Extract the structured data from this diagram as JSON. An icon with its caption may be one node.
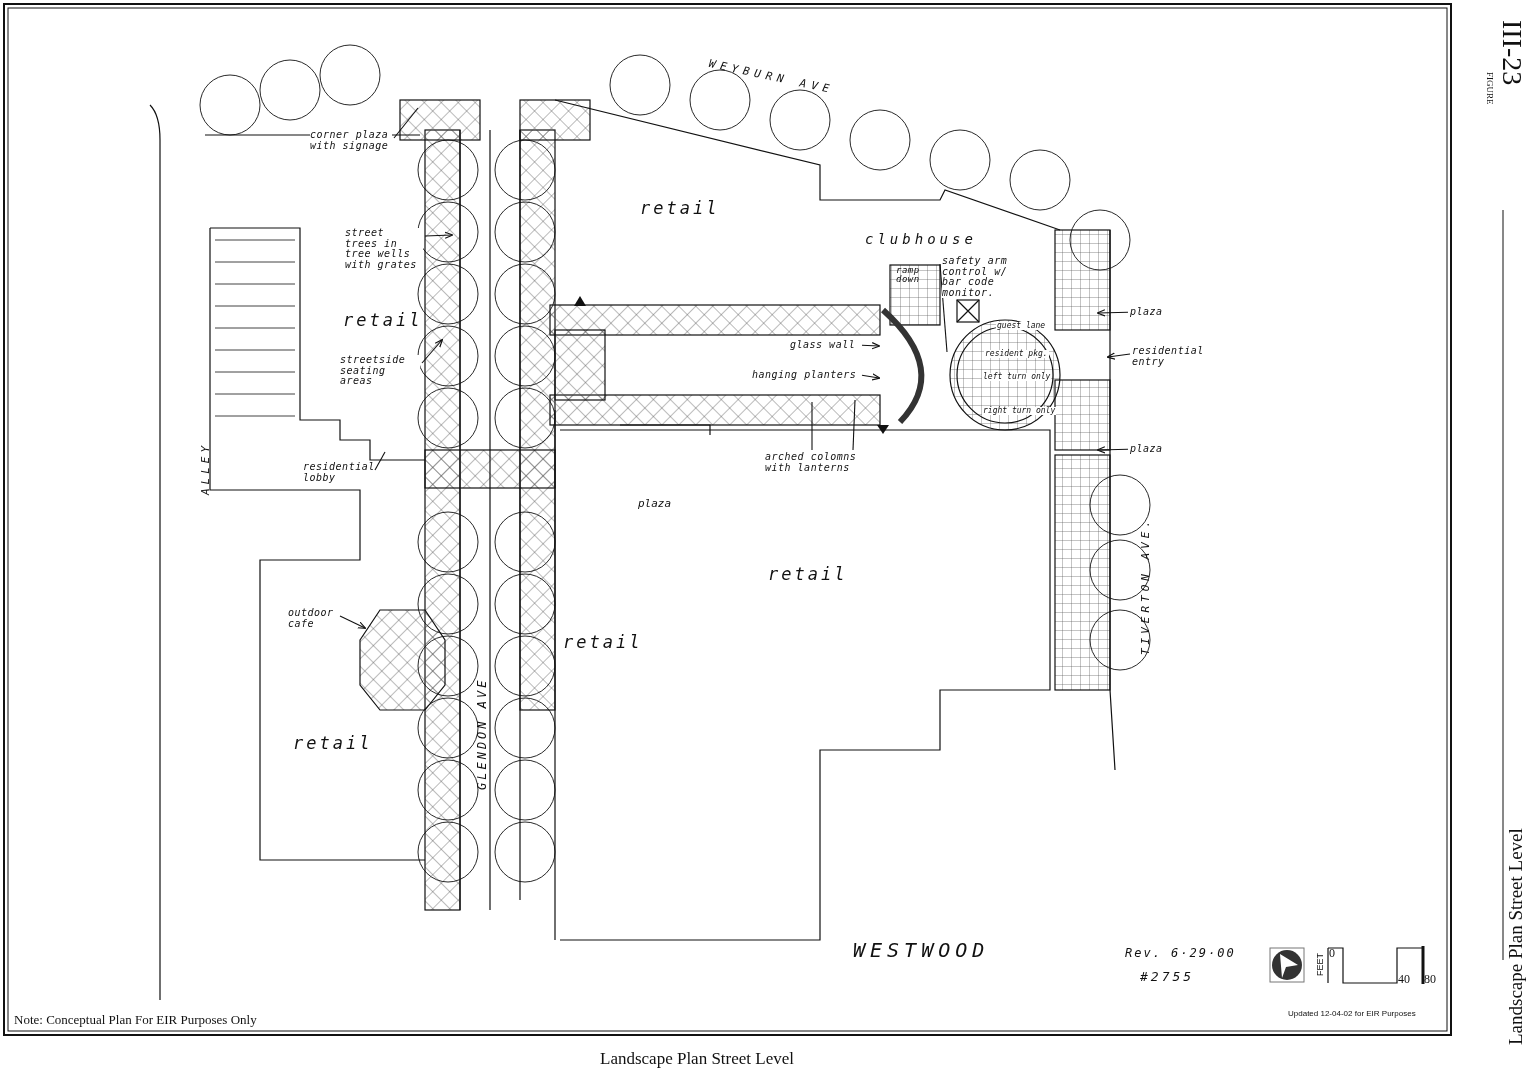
{
  "diagram": {
    "caption": "Landscape Plan Street Level",
    "nodes": [
      {
        "text": [
          "corner plaza with signage"
        ]
      },
      {
        "text": [
          "street trees in tree wells with grates"
        ]
      },
      {
        "text": [
          "streetside seating areas"
        ]
      },
      {
        "text": [
          "residential lobby"
        ]
      },
      {
        "text": [
          "outdoor cafe"
        ]
      },
      {
        "text": [
          "safety arm control w/ bar code monitor."
        ]
      },
      {
        "text": [
          "glass wall"
        ]
      },
      {
        "text": [
          "hanging planters"
        ]
      },
      {
        "text": [
          "plaza"
        ]
      },
      {
        "text": [
          "residential entry"
        ]
      },
      {
        "text": [
          "plaza"
        ]
      },
      {
        "text": [
          "arched colomns with lanterns"
        ]
      },
      {
        "text": [],
        "shape": "bar"
      }
    ],
    "edges": [
      {
        "from": 0,
        "to": null,
        "arrow": "none"
      },
      {
        "from": 1,
        "to": null,
        "arrow": "to"
      },
      {
        "from": 2,
        "to": null,
        "arrow": "to"
      },
      {
        "from": 3,
        "to": null,
        "arrow": "none"
      },
      {
        "from": 4,
        "to": null,
        "arrow": "to"
      },
      {
        "from": 5,
        "to": 12,
        "arrow": "none"
      },
      {
        "from": 6,
        "to": 12,
        "arrow": "to"
      },
      {
        "from": 7,
        "to": 12,
        "arrow": "to"
      },
      {
        "from": 8,
        "to": null,
        "arrow": "to"
      },
      {
        "from": 9,
        "to": null,
        "arrow": "to"
      },
      {
        "from": 10,
        "to": null,
        "arrow": "to"
      },
      {
        "from": 11,
        "to": null,
        "arrow": "none"
      },
      {
        "from": 11,
        "to": null,
        "arrow": "none"
      }
    ],
    "labels": [
      "WEYBURN AVE",
      "retail",
      "clubhouse",
      "retail",
      "ramp down",
      "guest lane",
      "resident pkg.",
      "left turn only",
      "right turn only",
      "ALLEY",
      "plaza",
      "retail",
      "TIVERTON AVE.",
      "retail",
      "GLENDON AVE",
      "retail",
      "WESTWOOD",
      "Rev. 6·29·00",
      "#2755",
      "FEET",
      "0",
      "40",
      "80",
      "Updated 12-04-02 for EIR Purposes",
      "Note: Conceptual Plan For EIR Purposes Only",
      "FIGURE",
      "III-23",
      "Landscape Plan Street Level"
    ]
  }
}
